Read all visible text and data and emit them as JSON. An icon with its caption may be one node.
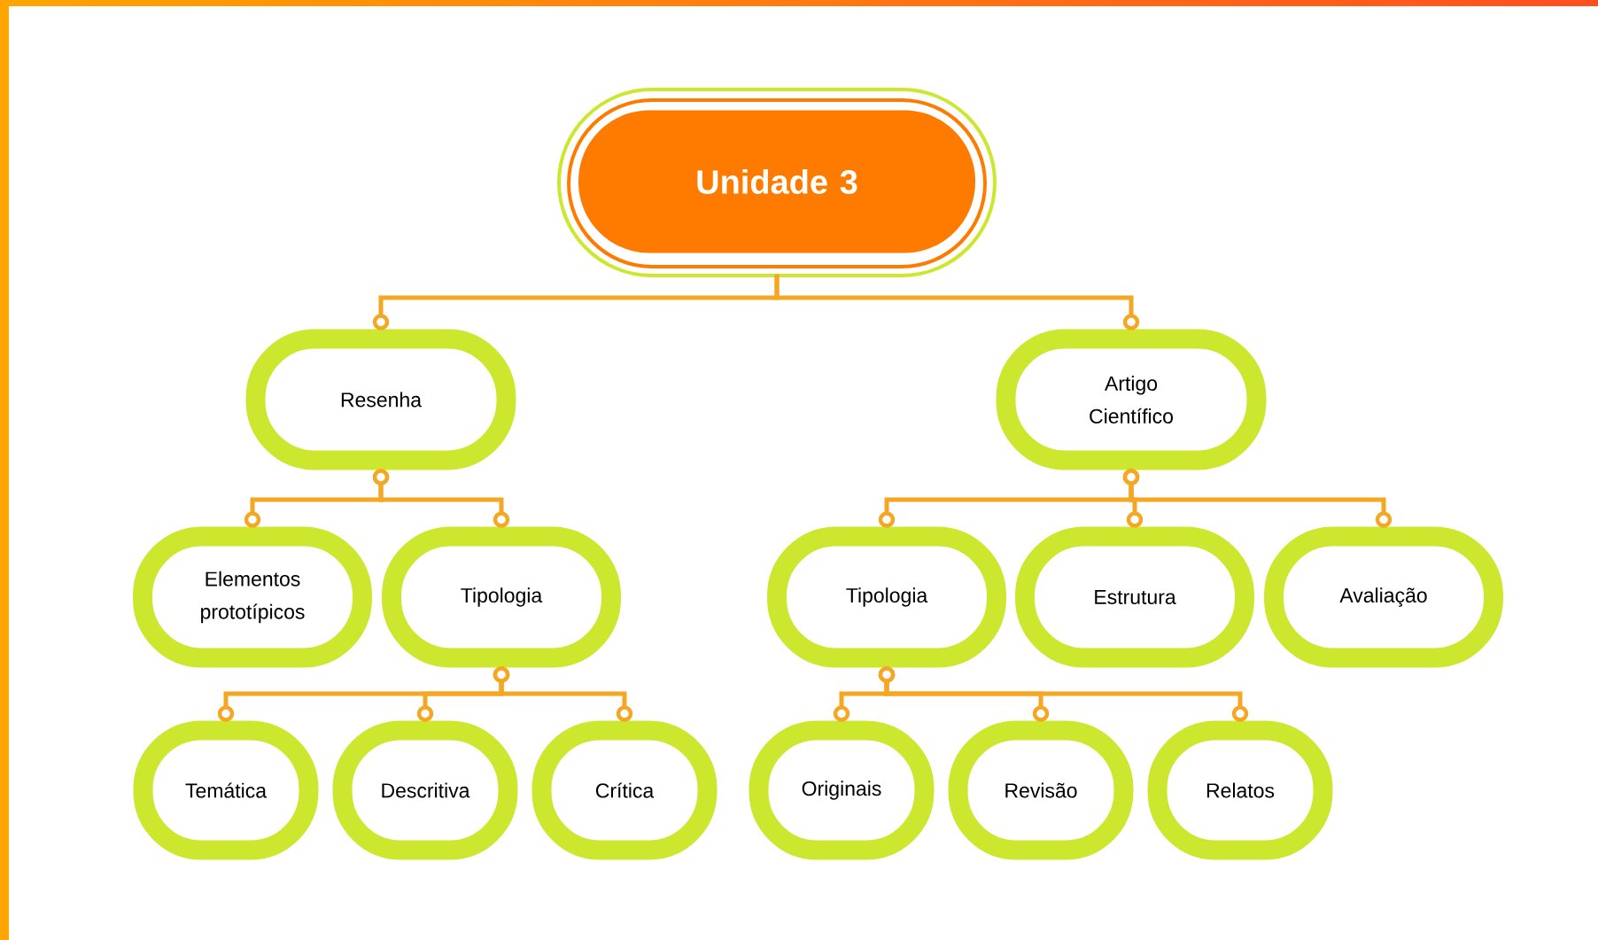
{
  "diagram": {
    "nodes": [
      {
        "text": [
          "Unidade 3"
        ]
      },
      {
        "text": [
          "Resenha"
        ]
      },
      {
        "text": [
          "Artigo Científico"
        ]
      },
      {
        "text": [
          "Elementos prototípicos"
        ]
      },
      {
        "text": [
          "Tipologia"
        ]
      },
      {
        "text": [
          "Tipologia"
        ]
      },
      {
        "text": [
          "Estrutura"
        ]
      },
      {
        "text": [
          "Avaliação"
        ]
      },
      {
        "text": [
          "Temática"
        ]
      },
      {
        "text": [
          "Descritiva"
        ]
      },
      {
        "text": [
          "Crítica"
        ]
      },
      {
        "text": [
          "Originais"
        ]
      },
      {
        "text": [
          "Revisão"
        ]
      },
      {
        "text": [
          "Relatos"
        ]
      }
    ],
    "edges": [
      {
        "from": 0,
        "to": 1,
        "arrow": "other"
      },
      {
        "from": 0,
        "to": 2,
        "arrow": "other"
      },
      {
        "from": 1,
        "to": 3,
        "arrow": "other"
      },
      {
        "from": 1,
        "to": 4,
        "arrow": "other"
      },
      {
        "from": 2,
        "to": 5,
        "arrow": "other"
      },
      {
        "from": 2,
        "to": 6,
        "arrow": "other"
      },
      {
        "from": 2,
        "to": 7,
        "arrow": "other"
      },
      {
        "from": 4,
        "to": 8,
        "arrow": "other"
      },
      {
        "from": 4,
        "to": 9,
        "arrow": "other"
      },
      {
        "from": 4,
        "to": 10,
        "arrow": "other"
      },
      {
        "from": 5,
        "to": 11,
        "arrow": "other"
      },
      {
        "from": 5,
        "to": 12,
        "arrow": "other"
      },
      {
        "from": 5,
        "to": 13,
        "arrow": "other"
      }
    ]
  }
}
